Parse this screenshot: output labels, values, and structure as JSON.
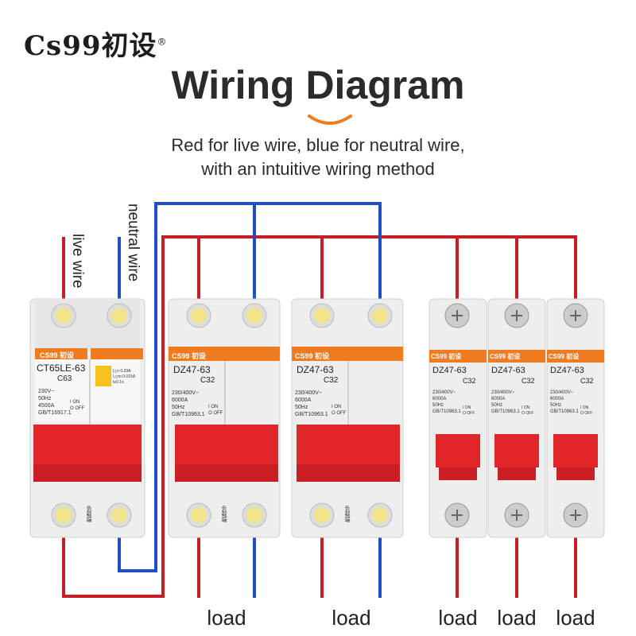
{
  "brand": {
    "name": "Cs99初设",
    "registered": "®"
  },
  "heading": {
    "title": "Wiring Diagram",
    "subtitle_line1": "Red for live wire, blue for neutral wire,",
    "subtitle_line2": "with an intuitive wiring method"
  },
  "wire_labels": {
    "live": "live wire",
    "neutral": "neutral wire"
  },
  "colors": {
    "live": "#c81e24",
    "neutral": "#1f4fc0",
    "handle": "#e02628",
    "orange": "#f07c22",
    "body": "#f2f2f2"
  },
  "breakers": [
    {
      "brand": "CS99 初设",
      "model": "CT65LE-63",
      "rating": "C63",
      "spec1": "230V~",
      "spec2": "50Hz",
      "spec3": "4500A",
      "std": "GB/T16917.1",
      "on": "I ON",
      "off": "O OFF",
      "rcd1": "I△n 0.03A",
      "rcd2": "I△no 0.015A",
      "rcd3": "t≤0.1s"
    },
    {
      "brand": "CS99 初设",
      "model": "DZ47-63",
      "rating": "C32",
      "spec1": "230/400V~",
      "spec2": "6000A",
      "spec3": "50Hz",
      "std": "GB/T10963.1",
      "on": "I ON",
      "off": "O OFF"
    },
    {
      "brand": "CS99 初设",
      "model": "DZ47-63",
      "rating": "C32",
      "spec1": "230/400V~",
      "spec2": "6000A",
      "spec3": "50Hz",
      "std": "GB/T10963.1",
      "on": "I ON",
      "off": "O OFF"
    },
    {
      "brand": "CS99 初设",
      "model": "DZ47-63",
      "rating": "C32",
      "spec1": "230/400V~",
      "spec2": "6000A",
      "spec3": "50Hz",
      "std": "GB/T10963.1",
      "on": "I ON",
      "off": "O OFF"
    },
    {
      "brand": "CS99 初设",
      "model": "DZ47-63",
      "rating": "C32",
      "spec1": "230/400V~",
      "spec2": "6000A",
      "spec3": "50Hz",
      "std": "GB/T10963.1",
      "on": "I ON",
      "off": "O OFF"
    },
    {
      "brand": "CS99 初设",
      "model": "DZ47-63",
      "rating": "C32",
      "spec1": "230/400V~",
      "spec2": "6000A",
      "spec3": "50Hz",
      "std": "GB/T10963.1",
      "on": "I ON",
      "off": "O OFF"
    }
  ],
  "load_side_label": "负载端",
  "loads": [
    "load",
    "load",
    "load",
    "load",
    "load"
  ]
}
